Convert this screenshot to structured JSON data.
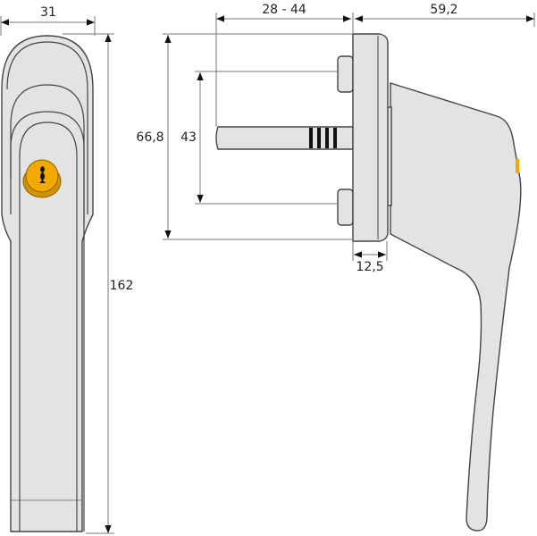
{
  "title": "Window handle dimension drawing",
  "dimensions": {
    "width_front": "31",
    "spindle_length": "28 - 44",
    "depth": "59,2",
    "rosette_height": "66,8",
    "screw_spacing": "43",
    "rosette_thickness": "12,5",
    "total_length": "162"
  },
  "colors": {
    "body": "#e3e3e3",
    "outline": "#444444",
    "lock": "#f2a900",
    "dimension": "#777777"
  }
}
